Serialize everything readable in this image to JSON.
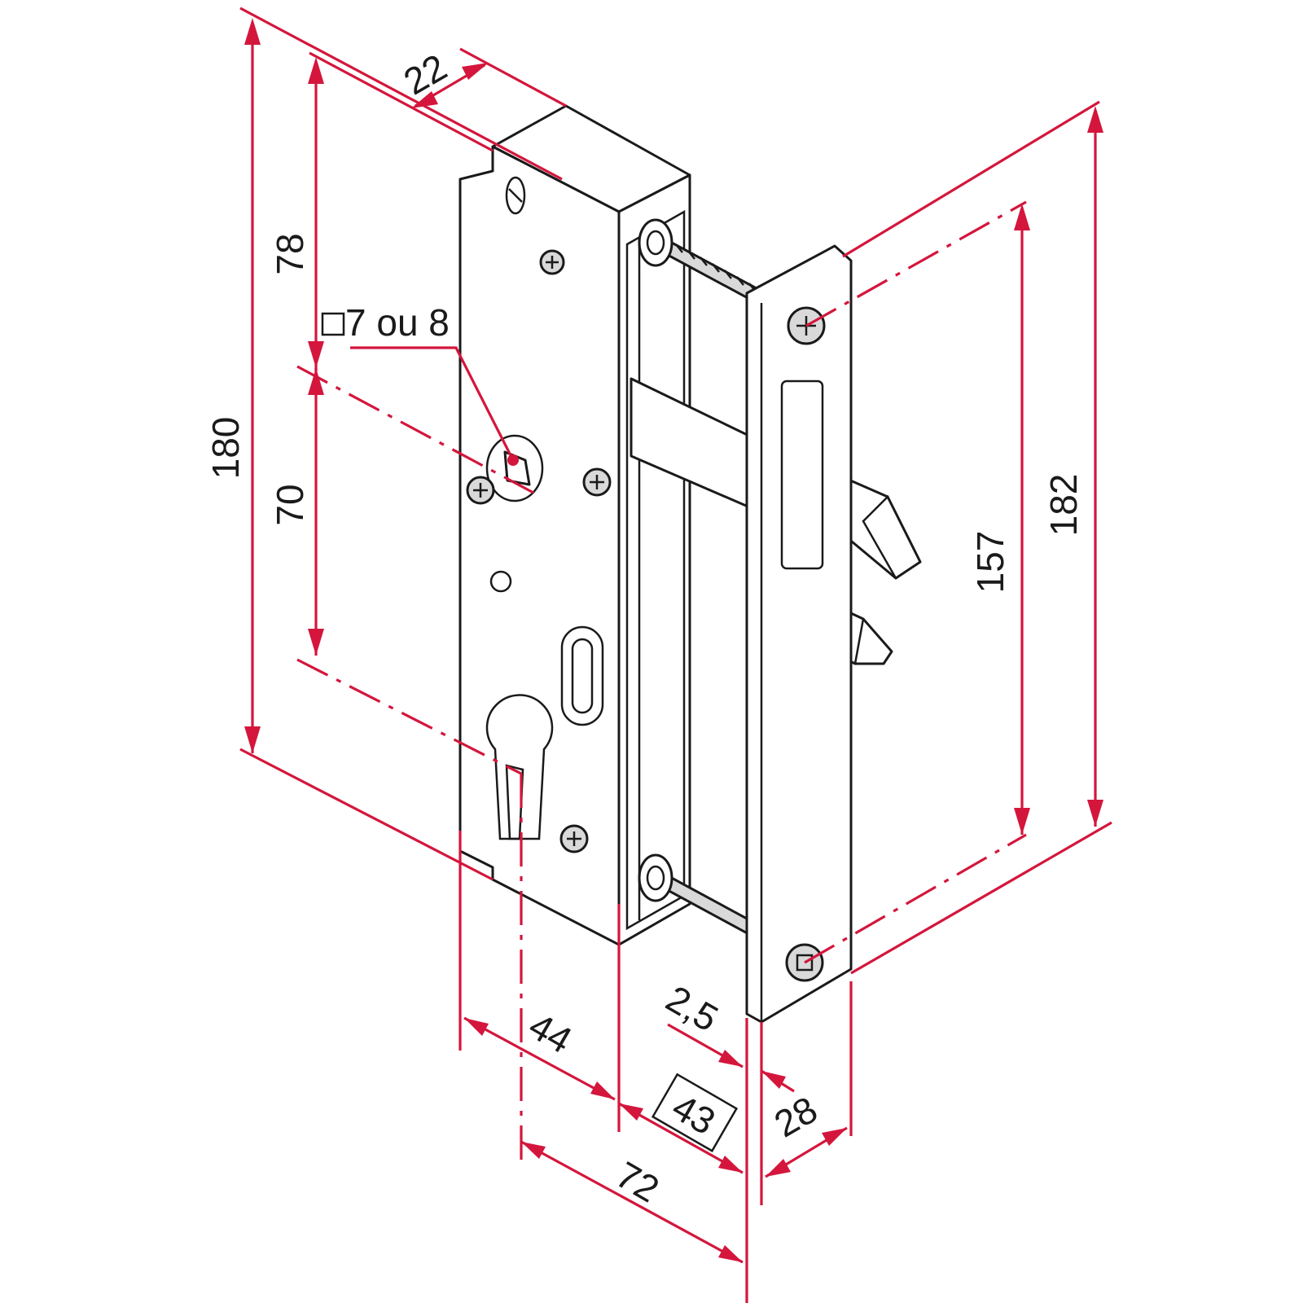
{
  "accent_color": "#d4163c",
  "dimensions": {
    "overall_height": "180",
    "upper_distance": "78",
    "handle_to_cylinder": "70",
    "case_depth": "22",
    "spindle_label": "7 ou 8",
    "backset_case": "44",
    "backset_total": "72",
    "faceplate_thickness": "2,5",
    "boxed_value": "43",
    "faceplate_width": "28",
    "screw_spacing": "157",
    "faceplate_height": "182"
  },
  "icons": [
    "square-spindle-icon",
    "screw-icon"
  ]
}
